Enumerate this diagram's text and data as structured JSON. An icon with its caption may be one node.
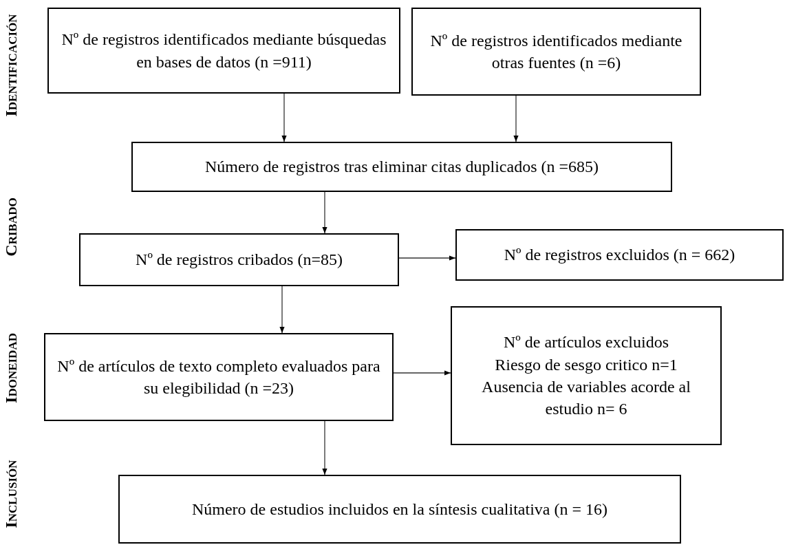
{
  "diagram": {
    "nodes": [
      {
        "text": [
          "Nº de registros identificados mediante búsquedas en bases de datos (n =911)"
        ]
      },
      {
        "text": [
          "Nº de registros identificados mediante otras fuentes (n =6)"
        ]
      },
      {
        "text": [
          "Número de registros tras eliminar citas duplicados (n =685)"
        ]
      },
      {
        "text": [
          "Nº de registros cribados (n=85)"
        ]
      },
      {
        "text": [
          "Nº de registros excluidos (n = 662)"
        ]
      },
      {
        "text": [
          "Nº de artículos de texto completo evaluados para su elegibilidad (n =23)"
        ]
      },
      {
        "text": [
          "Nº de artículos excluidos",
          "Riesgo de sesgo critico n=1",
          "Ausencia de variables acorde al estudio n= 6"
        ]
      },
      {
        "text": [
          "Número de estudios incluidos en la síntesis cualitativa (n = 16)"
        ]
      }
    ],
    "edges": [
      {
        "from": 0,
        "to": 2,
        "arrow": "to"
      },
      {
        "from": 1,
        "to": 2,
        "arrow": "to"
      },
      {
        "from": 2,
        "to": 3,
        "arrow": "to"
      },
      {
        "from": 3,
        "to": 4,
        "arrow": "to"
      },
      {
        "from": 3,
        "to": 5,
        "arrow": "to"
      },
      {
        "from": 5,
        "to": 6,
        "arrow": "to"
      },
      {
        "from": 5,
        "to": 7,
        "arrow": "to"
      }
    ],
    "labels": [
      "Identificación",
      "Cribado",
      "Idoneidad",
      "Inclusión"
    ]
  }
}
